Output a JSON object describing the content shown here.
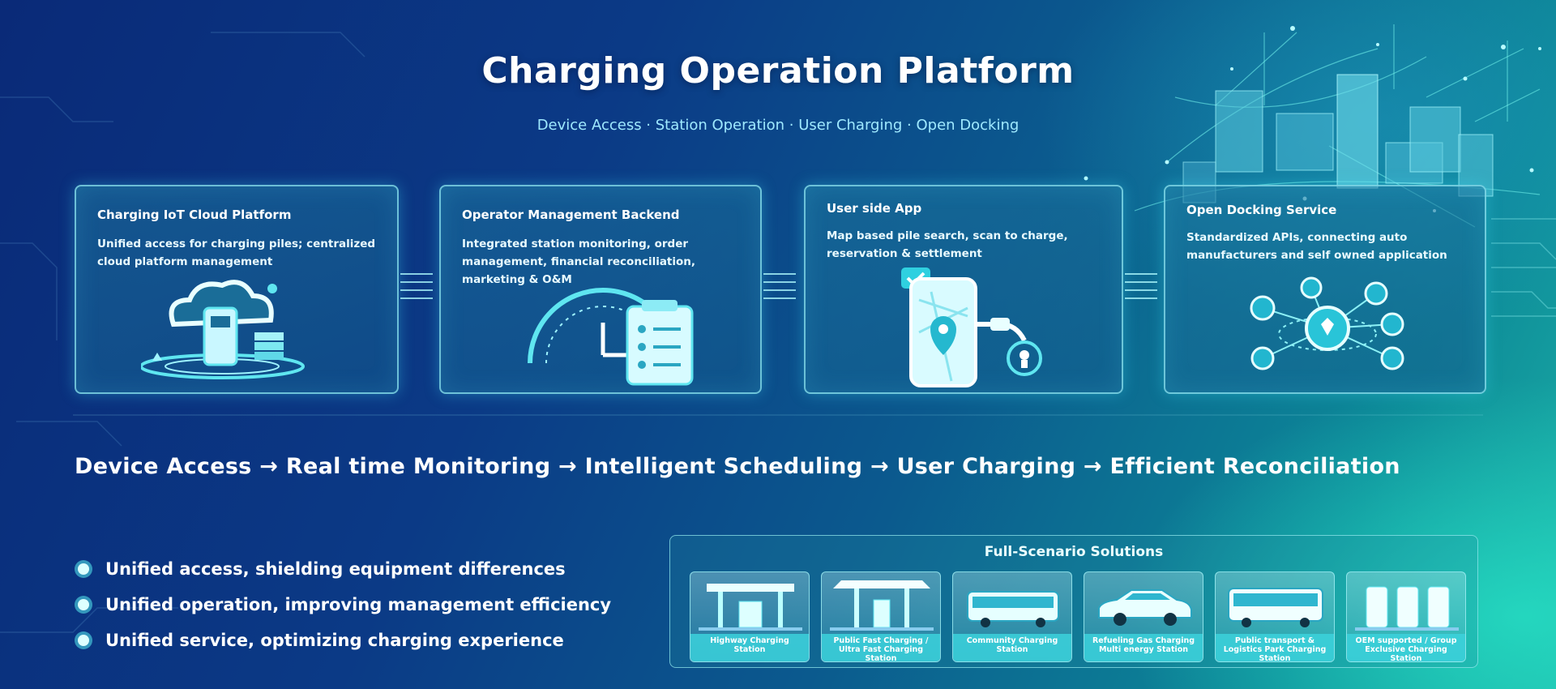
{
  "header": {
    "title": "Charging Operation Platform",
    "subtitle": "Device Access · Station Operation · User Charging · Open Docking"
  },
  "cards": [
    {
      "title": "Charging IoT Cloud Platform",
      "desc": "Unified access for charging piles; centralized cloud platform management",
      "icon": "cloud-charger-icon"
    },
    {
      "title": "Operator Management Backend",
      "desc": "Integrated station monitoring, order management, financial reconciliation, marketing & O&M",
      "icon": "gauge-clipboard-icon"
    },
    {
      "title": "User side App",
      "desc": "Map based pile search, scan to charge, reservation & settlement",
      "icon": "phone-map-icon"
    },
    {
      "title": "Open Docking Service",
      "desc": "Standardized APIs, connecting auto manufacturers and self owned application",
      "icon": "api-network-icon"
    }
  ],
  "flow": "Device Access → Real time Monitoring → Intelligent Scheduling → User Charging → Efficient Reconciliation",
  "bullets": [
    "Unified access, shielding equipment differences",
    "Unified operation, improving management efficiency",
    "Unified service, optimizing charging experience"
  ],
  "scenarios": {
    "title": "Full-Scenario Solutions",
    "items": [
      {
        "label": "Highway Charging Station",
        "icon": "gas-station-icon"
      },
      {
        "label": "Public Fast Charging / Ultra Fast Charging Station",
        "icon": "canopy-station-icon"
      },
      {
        "label": "Community Charging Station",
        "icon": "bus-icon"
      },
      {
        "label": "Refueling Gas Charging Multi energy Station",
        "icon": "car-icon"
      },
      {
        "label": "Public transport & Logistics Park Charging Station",
        "icon": "bus-icon"
      },
      {
        "label": "OEM supported / Group Exclusive Charging Station",
        "icon": "charger-units-icon"
      }
    ]
  },
  "colors": {
    "accent": "#5fe6f0",
    "background_start": "#0a2a78",
    "background_end": "#1cb0a6"
  }
}
